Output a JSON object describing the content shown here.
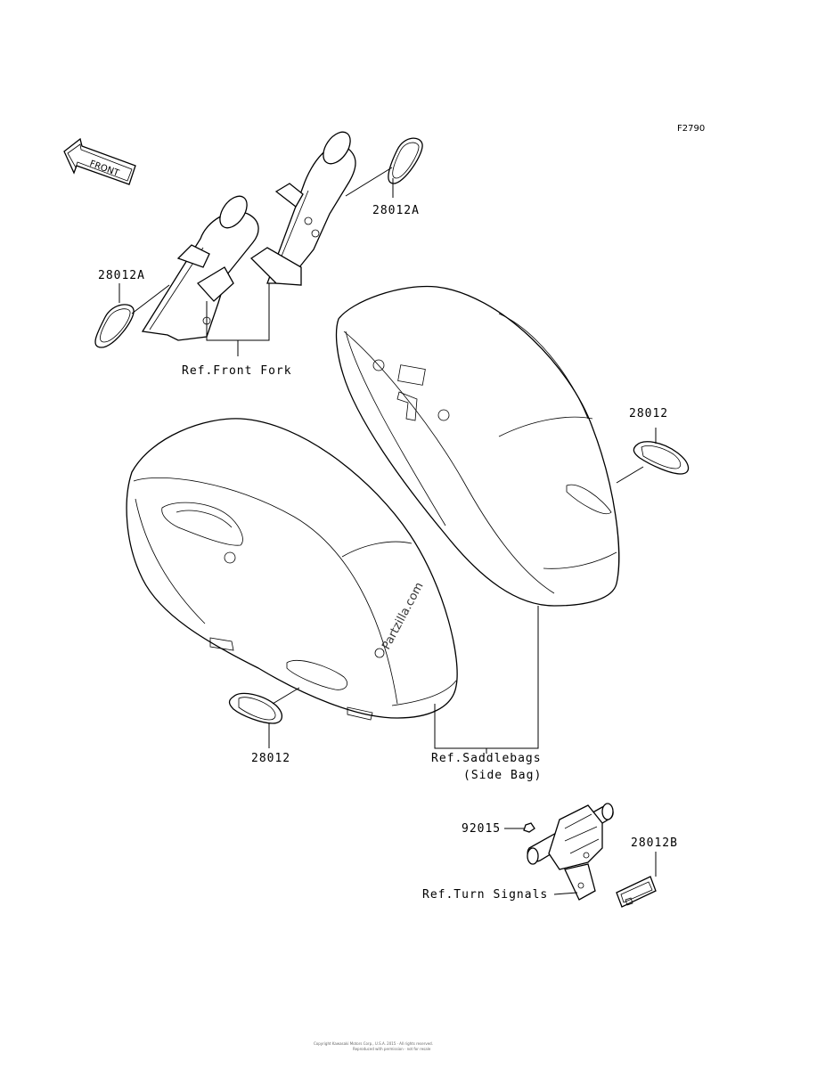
{
  "figure_code": "F2790",
  "front_arrow": {
    "text": "FRONT",
    "icon": "front-arrow-icon"
  },
  "callouts": {
    "part_28012A_right": "28012A",
    "part_28012A_left": "28012A",
    "part_28012_right": "28012",
    "part_28012_left": "28012",
    "part_92015": "92015",
    "part_28012B": "28012B"
  },
  "references": {
    "front_fork": "Ref.Front Fork",
    "saddlebags_line1": "Ref.Saddlebags",
    "saddlebags_line2": "(Side Bag)",
    "turn_signals": "Ref.Turn Signals"
  },
  "watermark": "Partzilla.com",
  "footer_line1": "Copyright Kawasaki Motors Corp., U.S.A. 2015 · All rights reserved.",
  "footer_line2": "Reproduced with permission · not for resale"
}
